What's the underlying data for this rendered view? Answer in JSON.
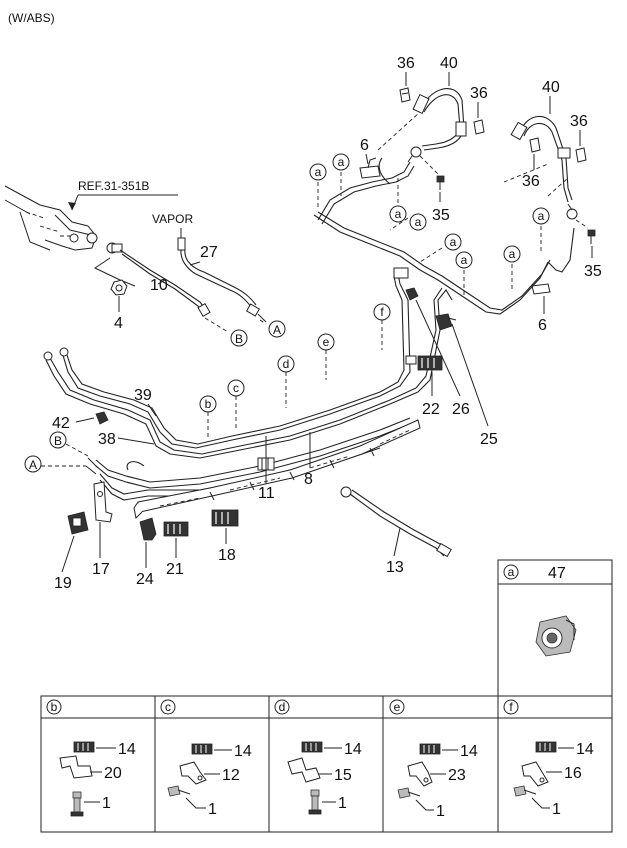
{
  "header": {
    "variant": "(W/ABS)",
    "ref": "REF.31-351B",
    "vapor": "VAPOR"
  },
  "parts": {
    "p36a": "36",
    "p40a": "40",
    "p36b": "36",
    "p40b": "40",
    "p36c": "36",
    "p36d": "36",
    "p6a": "6",
    "p35a": "35",
    "p35b": "35",
    "p6b": "6",
    "p27": "27",
    "p10": "10",
    "p4": "4",
    "p39": "39",
    "p42": "42",
    "p38": "38",
    "p11": "11",
    "p8": "8",
    "p22": "22",
    "p26": "26",
    "p25": "25",
    "p19": "19",
    "p17": "17",
    "p24": "24",
    "p21": "21",
    "p18": "18",
    "p13": "13"
  },
  "letters": {
    "a1": "a",
    "a2": "a",
    "a3": "a",
    "a4": "a",
    "a5": "a",
    "a6": "a",
    "a7": "a",
    "b": "b",
    "c": "c",
    "d": "d",
    "e": "e",
    "f": "f",
    "A1": "A",
    "A2": "A",
    "B1": "B",
    "B2": "B"
  },
  "detail_a": {
    "letter": "a",
    "part": "47"
  },
  "detail_cells": [
    {
      "letter": "b",
      "clip": "14",
      "bracket": "20",
      "bolt": "1"
    },
    {
      "letter": "c",
      "clip": "14",
      "bracket": "12",
      "bolt": "1"
    },
    {
      "letter": "d",
      "clip": "14",
      "bracket": "15",
      "bolt": "1"
    },
    {
      "letter": "e",
      "clip": "14",
      "bracket": "23",
      "bolt": "1"
    },
    {
      "letter": "f",
      "clip": "14",
      "bracket": "16",
      "bolt": "1"
    }
  ]
}
